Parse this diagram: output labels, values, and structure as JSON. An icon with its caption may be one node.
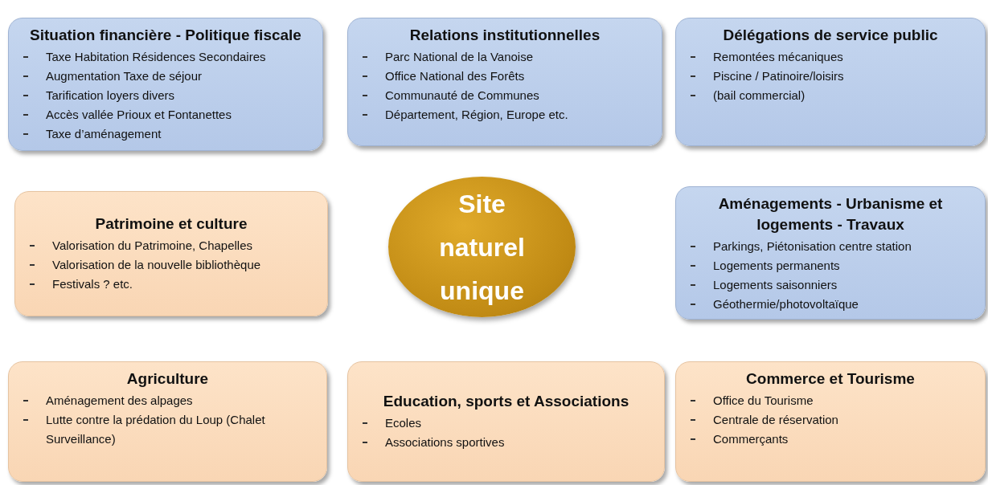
{
  "diagram": {
    "nodes": [
      {
        "text": [
          "Situation financière - Politique fiscale",
          "Taxe Habitation Résidences Secondaires",
          "Augmentation Taxe de séjour",
          "Tarification loyers divers",
          "Accès vallée Prioux et Fontanettes",
          "Taxe d’aménagement"
        ]
      },
      {
        "text": [
          "Relations institutionnelles",
          "Parc National de la Vanoise",
          "Office National des Forêts",
          "Communauté de Communes",
          "Département, Région, Europe etc."
        ]
      },
      {
        "text": [
          "Délégations de service public",
          "Remontées mécaniques",
          "Piscine / Patinoire/loisirs",
          "(bail commercial)"
        ]
      },
      {
        "text": [
          "Patrimoine et culture",
          "Valorisation du Patrimoine, Chapelles",
          "Valorisation de la nouvelle bibliothèque",
          "Festivals ? etc."
        ]
      },
      {
        "text": [
          "Site naturel unique"
        ]
      },
      {
        "text": [
          "Aménagements - Urbanisme et logements - Travaux",
          "Parkings, Piétonisation centre station",
          "Logements permanents",
          "Logements saisonniers",
          "Géothermie/photovoltaïque"
        ]
      },
      {
        "text": [
          "Agriculture",
          "Aménagement des alpages",
          "Lutte contre la prédation du Loup (Chalet Surveillance)"
        ]
      },
      {
        "text": [
          "Education, sports et Associations",
          "Ecoles",
          "Associations sportives"
        ]
      },
      {
        "text": [
          "Commerce et Tourisme",
          "Office du Tourisme",
          "Centrale de réservation",
          "Commerçants"
        ]
      }
    ]
  }
}
